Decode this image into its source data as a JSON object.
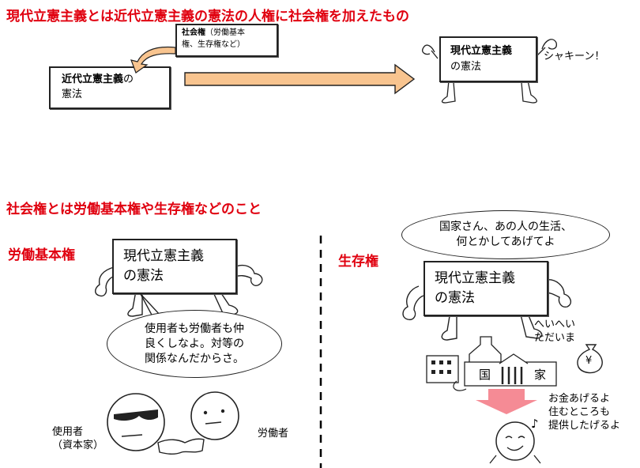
{
  "section1": {
    "heading": "現代立憲主義とは近代立憲主義の憲法の人権に社会権を加えたもの",
    "left_card": {
      "bold": "近代立憲主義",
      "tail": "の",
      "line2": "憲法"
    },
    "add_card": {
      "bold": "社会権",
      "rest": "（労働基本",
      "line2": "権、生存権など）"
    },
    "right_card": {
      "bold": "現代立憲主義",
      "line2": "の憲法"
    },
    "sfx": "シャキーン！"
  },
  "section2": {
    "heading": "社会権とは労働基本権や生存権などのこと",
    "labor": {
      "heading": "労働基本権",
      "card": {
        "line1": "現代立憲主義",
        "line2": "の憲法"
      },
      "bubble": [
        "使用者も労働者も仲",
        "良くしなよ。対等の",
        "関係なんだからさ。"
      ],
      "employer_label": [
        "使用者",
        "（資本家）"
      ],
      "worker_label": "労働者"
    },
    "survival": {
      "heading": "生存権",
      "bubble": [
        "国家さん、あの人の生活、",
        "何とかしてあげてよ"
      ],
      "card": {
        "line1": "現代立憲主義",
        "line2": "の憲法"
      },
      "state_reply": [
        "へいへい",
        "ただいま"
      ],
      "state_chars": [
        "国",
        "家"
      ],
      "money_symbol": "¥",
      "promise": [
        "お金あげるよ",
        "住むところも",
        "提供したげるよ"
      ],
      "note_symbol": "♪"
    }
  }
}
